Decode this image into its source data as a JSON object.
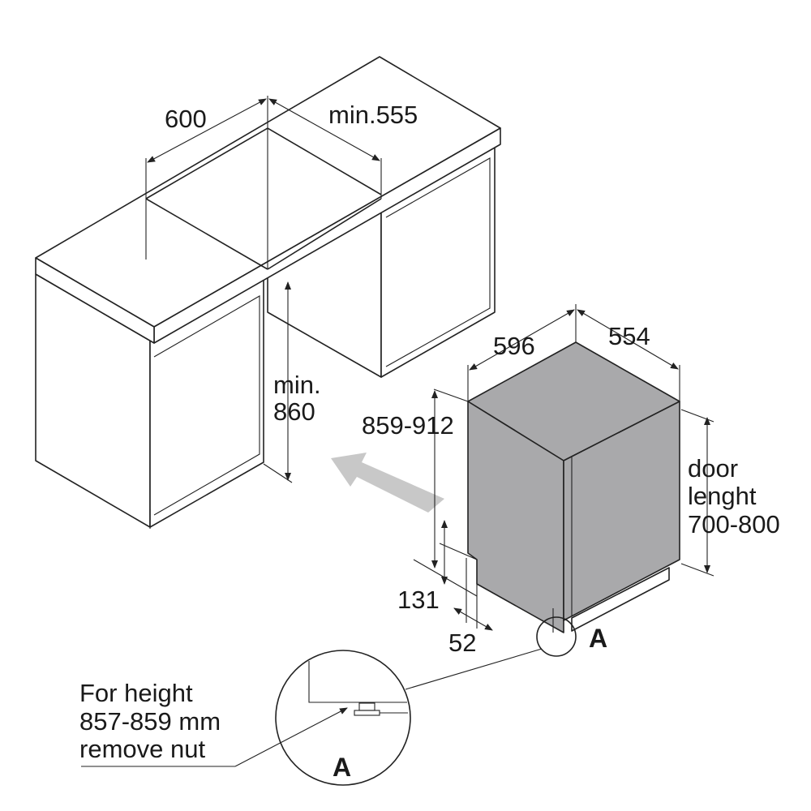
{
  "dimensions": {
    "cavity_width": "600",
    "cavity_depth": "min.555",
    "cavity_height_line1": "min.",
    "cavity_height_line2": "860",
    "appliance_width": "596",
    "appliance_depth": "554",
    "appliance_height": "859-912",
    "door_line1": "door",
    "door_line2": "lenght",
    "door_line3": "700-800",
    "plinth_height": "131",
    "plinth_depth": "52"
  },
  "detail": {
    "marker": "A",
    "circle_label": "A",
    "note_line1": "For height",
    "note_line2": "857-859 mm",
    "note_line3": "remove nut"
  },
  "colors": {
    "appliance": "#a9a9ab",
    "arrow": "#c8c8c8"
  }
}
